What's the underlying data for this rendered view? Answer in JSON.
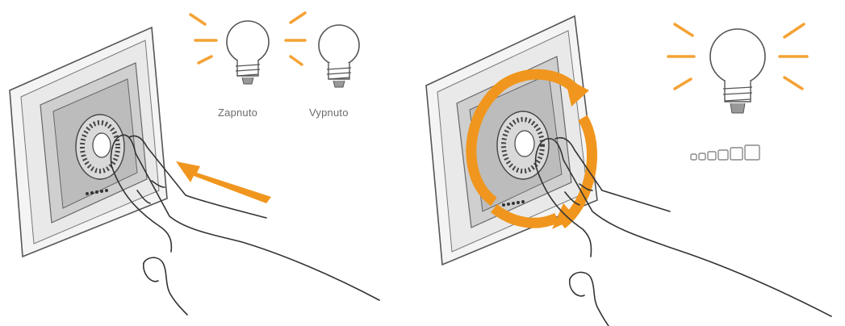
{
  "panels": [
    {
      "bulbs": [
        {
          "label": "Zapnuto",
          "state": "on"
        },
        {
          "label": "Vypnuto",
          "state": "off"
        }
      ],
      "action": "push"
    },
    {
      "bulbs": [
        {
          "state": "on"
        }
      ],
      "action": "rotate",
      "brightness_levels": 6
    }
  ],
  "colors": {
    "accent": "#f0961e",
    "rays": "#f4a234",
    "line": "#555555",
    "frame_fill": "#dcdcdc",
    "frame_inner": "#bdbdbd"
  },
  "icons": [
    "light-bulb-on-icon",
    "light-bulb-off-icon",
    "push-arrow-icon",
    "rotate-arrows-icon",
    "brightness-level-icon"
  ]
}
